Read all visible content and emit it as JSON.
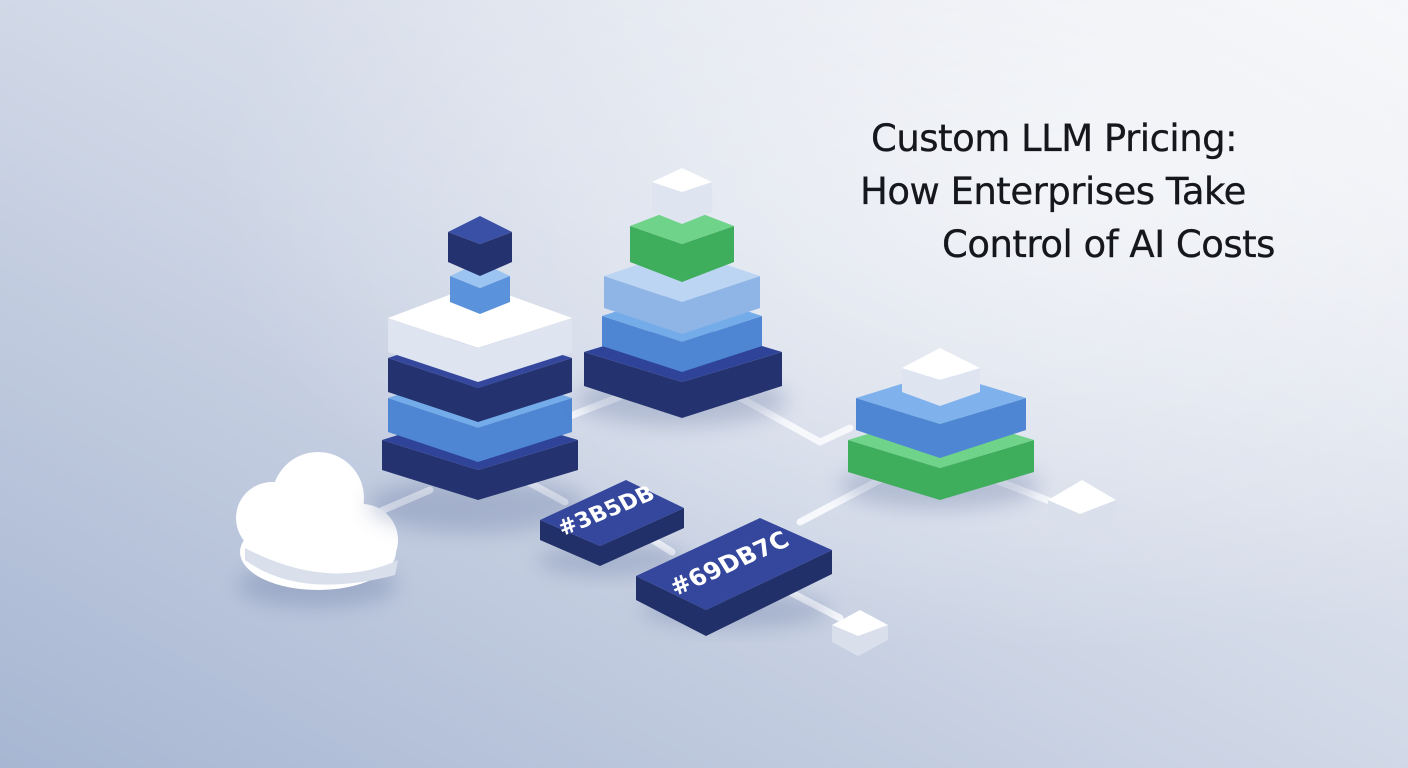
{
  "headline": {
    "line1": "Custom LLM Pricing:",
    "line2": "How Enterprises Take",
    "line3": "Control of AI Costs"
  },
  "tags": {
    "left": "#3B5DB",
    "right": "#69DB7C"
  },
  "palette": {
    "navy": "#2d3f94",
    "mid_blue": "#6aa3e6",
    "light_blue": "#a9c9f0",
    "green": "#5fc979",
    "white": "#fbfcfe",
    "background_top": "#eef1f7",
    "background_bottom": "#a9b8d3"
  }
}
